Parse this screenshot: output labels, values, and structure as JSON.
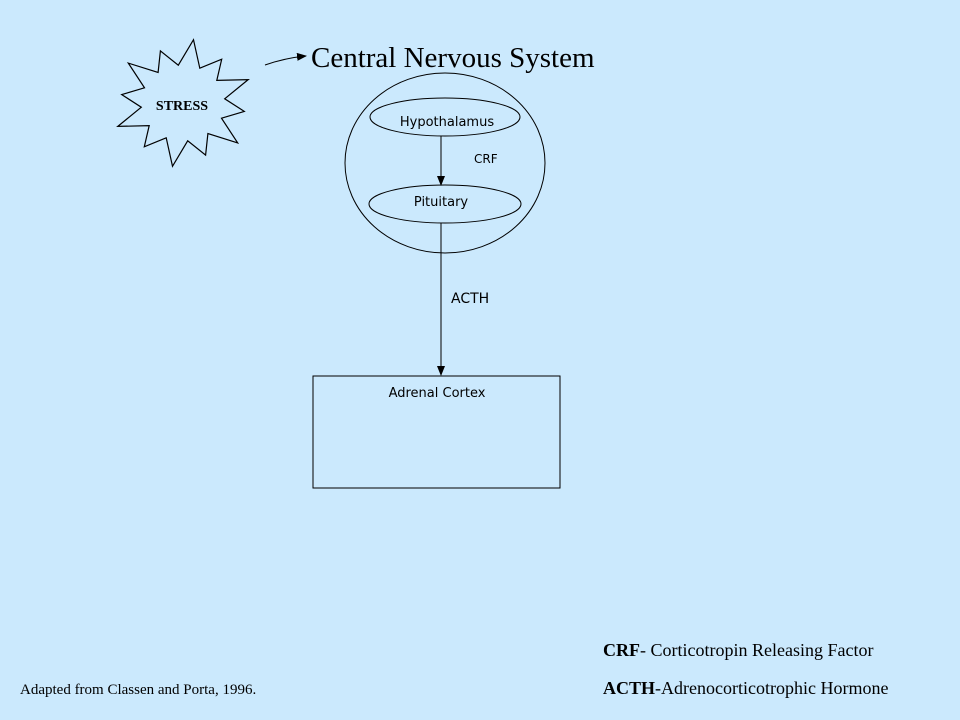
{
  "title": "Central Nervous System",
  "stress_label": "STRESS",
  "nodes": {
    "hypothalamus": "Hypothalamus",
    "pituitary": "Pituitary",
    "adrenal_cortex": "Adrenal Cortex"
  },
  "edges": {
    "crf": "CRF",
    "acth": "ACTH"
  },
  "legend": {
    "crf_abbr": "CRF",
    "crf_def": "- Corticotropin Releasing Factor",
    "acth_abbr": "ACTH",
    "acth_def": "-Adrenocorticotrophic Hormone"
  },
  "citation": "Adapted from Classen and Porta, 1996."
}
